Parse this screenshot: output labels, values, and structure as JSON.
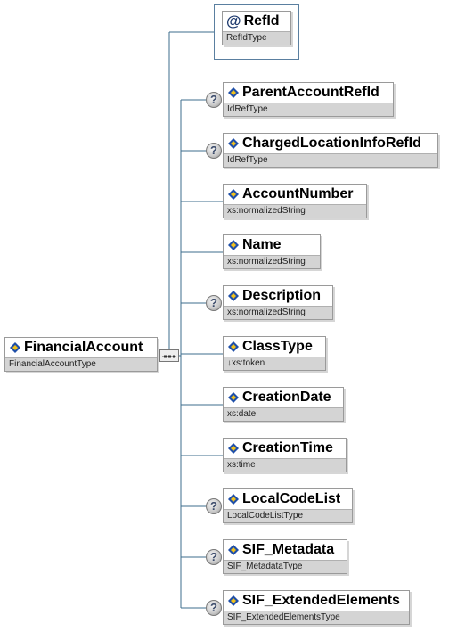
{
  "root": {
    "name": "FinancialAccount",
    "type": "FinancialAccountType"
  },
  "attribute": {
    "name": "RefId",
    "type": "RefIdType",
    "icon": "@"
  },
  "children": [
    {
      "name": "ParentAccountRefId",
      "type": "IdRefType",
      "optional": true
    },
    {
      "name": "ChargedLocationInfoRefId",
      "type": "IdRefType",
      "optional": true
    },
    {
      "name": "AccountNumber",
      "type": "xs:normalizedString",
      "optional": false
    },
    {
      "name": "Name",
      "type": "xs:normalizedString",
      "optional": false
    },
    {
      "name": "Description",
      "type": "xs:normalizedString",
      "optional": true
    },
    {
      "name": "ClassType",
      "type": "↓xs:token",
      "optional": false
    },
    {
      "name": "CreationDate",
      "type": "xs:date",
      "optional": false
    },
    {
      "name": "CreationTime",
      "type": "xs:time",
      "optional": false
    },
    {
      "name": "LocalCodeList",
      "type": "LocalCodeListType",
      "optional": true
    },
    {
      "name": "SIF_Metadata",
      "type": "SIF_MetadataType",
      "optional": true
    },
    {
      "name": "SIF_ExtendedElements",
      "type": "SIF_ExtendedElementsType",
      "optional": true
    }
  ],
  "colors": {
    "connector": "#3e6e8e",
    "icon_blue": "#1f4fa8",
    "icon_yellow": "#f2c21b"
  }
}
